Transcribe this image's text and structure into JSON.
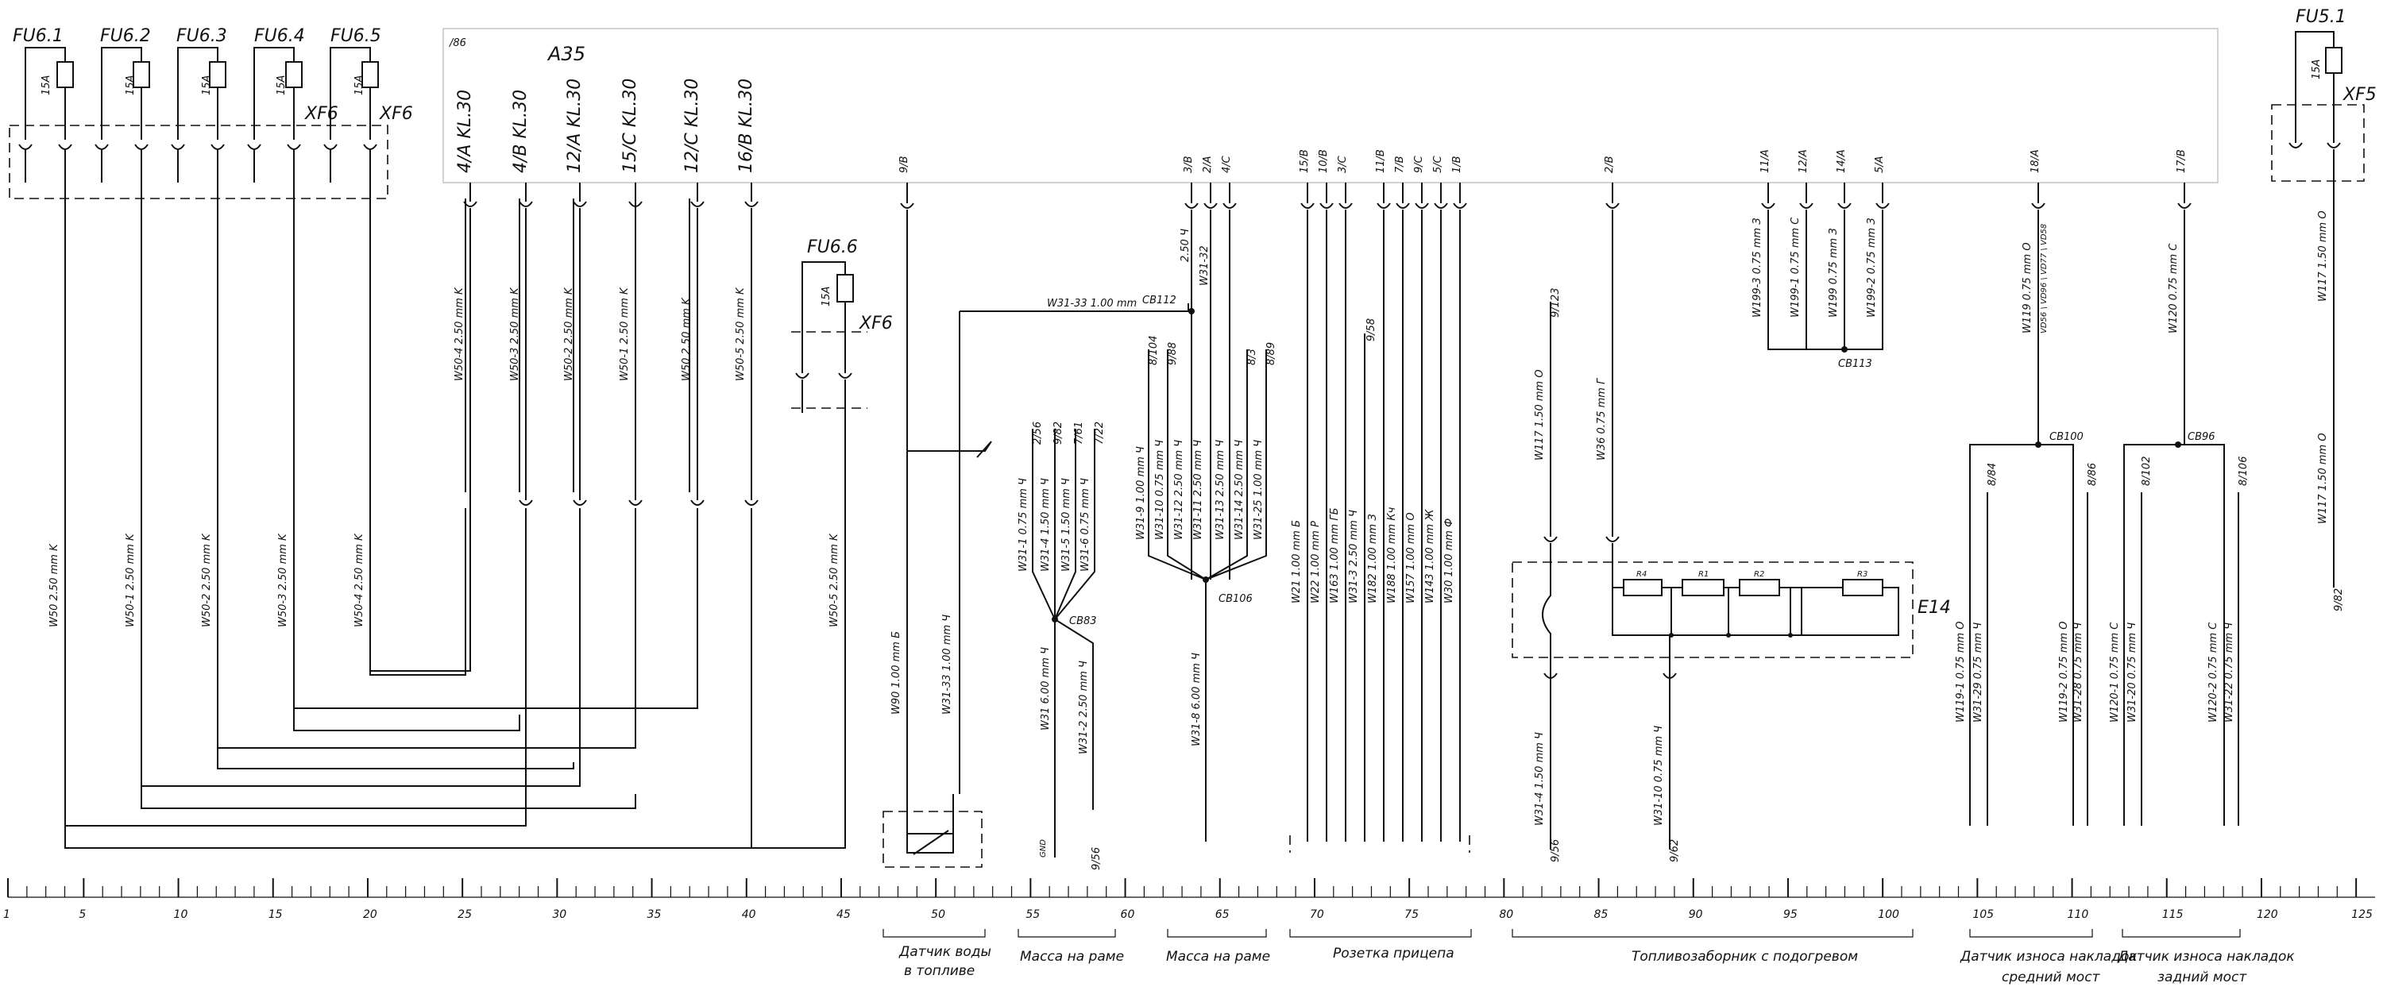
{
  "fuses_left": [
    {
      "label": "FU6.1",
      "rating": "15A"
    },
    {
      "label": "FU6.2",
      "rating": "15A"
    },
    {
      "label": "FU6.3",
      "rating": "15A"
    },
    {
      "label": "FU6.4",
      "rating": "15A"
    },
    {
      "label": "FU6.5",
      "rating": "15A"
    }
  ],
  "fuse_mid": {
    "label": "FU6.6",
    "rating": "15A",
    "block": "XF6"
  },
  "fuse_right": {
    "label": "FU5.1",
    "rating": "15A",
    "block": "XF5"
  },
  "fuse_block_labels": [
    "XF6",
    "XF6"
  ],
  "module": {
    "label": "A35",
    "ref": "/86"
  },
  "module_pins": [
    "4/A KL.30",
    "4/B KL.30",
    "12/A KL.30",
    "15/C KL.30",
    "12/C KL.30",
    "16/B KL.30",
    "9/B",
    "3/B",
    "2/A",
    "4/C",
    "15/B",
    "10/B",
    "3/C",
    "11/B",
    "7/B",
    "9/C",
    "5/C",
    "1/B",
    "2/B",
    "11/A",
    "12/A",
    "14/A",
    "5/A",
    "18/A",
    "17/B"
  ],
  "wires_vertical": [
    "W50-4  2.50 mm K",
    "W50-3  2.50 mm K",
    "W50-2  2.50 mm K",
    "W50-1  2.50 mm K",
    "W50  2.50 mm K",
    "W50-5  2.50 mm K"
  ],
  "wires_lower": [
    "W50  2.50 mm K",
    "W50-1  2.50 mm K",
    "W50-2  2.50 mm K",
    "W50-3  2.50 mm K",
    "W50-4  2.50 mm K",
    "W50-5  2.50 mm K",
    "W90  1.00 mm  Б",
    "W31-33  1.00 mm  Ч"
  ],
  "wire_cb112": "W31-33   1.00 mm",
  "wire_250": "2.50 Ч",
  "wire_w3132": "W31-32",
  "splices": [
    "CB112",
    "CB113",
    "CB83",
    "CB106",
    "CB100",
    "CB96"
  ],
  "cb83_wires": [
    "W31-1  0.75 mm Ч",
    "W31-4  1.50 mm  Ч",
    "W31-5  1.50 mm  Ч",
    "W31-6  0.75 mm  Ч"
  ],
  "cb83_refs": [
    "2/56",
    "9/82",
    "7/61",
    "7/22"
  ],
  "cb83_lower": [
    "W31  6.00 mm Ч",
    "W31-2  2.50 mm Ч"
  ],
  "cb106_wires": [
    "W31-9  1.00 mm  Ч",
    "W31-10  0.75 mm  Ч",
    "W31-12  2.50 mm  Ч",
    "W31-11  2.50 mm  Ч",
    "W31-13  2.50 mm  Ч",
    "W31-14  2.50 mm  Ч",
    "W31-25  1.00 mm  Ч"
  ],
  "cb106_refs": [
    "8/104",
    "9/88",
    "8/3",
    "8/89"
  ],
  "cb106_lower": "W31-8  6.00 mm Ч",
  "trailer_wires": [
    "W21  1.00 mm  Б",
    "W22  1.00 mm  Р",
    "W163  1.00 mm  ГБ",
    "W31-3  2.50 mm  Ч",
    "W182  1.00 mm  З",
    "W188  1.00 mm  Кч",
    "W157  1.00 mm  О",
    "W143  1.00 mm  Ж",
    "W30  1.00 mm  Ф"
  ],
  "trailer_gnd_ref": "9/58",
  "w199": [
    "W199-3  0.75 mm  З",
    "W199-1  0.75 mm  С",
    "W199  0.75 mm  З",
    "W199-2  0.75 mm  З"
  ],
  "w117": "W117  1.50 mm  О",
  "w117_ref": "9/123",
  "w36": "W36  0.75 mm  Г",
  "heater_resistors": [
    "R4",
    "R1",
    "R2",
    "R3"
  ],
  "heater_label": "E14",
  "heater_lower": [
    "W31-4  1.50 mm  Ч",
    "W31-10  0.75 mm  Ч"
  ],
  "heater_refs": [
    "9/56",
    "9/62"
  ],
  "w119": "W119  0.75 mm  О",
  "w119_sub": "VD56 \\ VD96 \\ VD77 \\ VD58",
  "w120": "W120  0.75 mm  С",
  "cb100_refs": [
    "8/84",
    "8/86"
  ],
  "cb96_refs": [
    "8/102",
    "8/106"
  ],
  "sensor_mid": [
    "W119-1  0.75 mm  О",
    "W31-29  0.75 mm  Ч",
    "W119-2  0.75 mm  О",
    "W31-28  0.75 mm  Ч"
  ],
  "sensor_rear": [
    "W120-1  0.75 mm  С",
    "W31-20  0.75 mm  Ч",
    "W120-2  0.75 mm  С",
    "W31-22  0.75 mm  Ч"
  ],
  "w117_right": [
    "W117  1.50 mm  О",
    "W117  1.50 mm  О"
  ],
  "w117_right_ref": "9/82",
  "gnd": "GND",
  "ruler_ticks": [
    "1",
    "5",
    "10",
    "15",
    "20",
    "25",
    "30",
    "35",
    "40",
    "45",
    "50",
    "55",
    "60",
    "65",
    "70",
    "75",
    "80",
    "85",
    "90",
    "95",
    "100",
    "105",
    "110",
    "115",
    "120",
    "125"
  ],
  "captions": [
    {
      "lines": [
        "Датчик воды",
        "в топливе"
      ]
    },
    {
      "lines": [
        "Масса на раме"
      ]
    },
    {
      "lines": [
        "Масса на раме"
      ]
    },
    {
      "lines": [
        "Розетка прицепа"
      ]
    },
    {
      "lines": [
        "Топливозаборник с подогревом"
      ]
    },
    {
      "lines": [
        "Датчик износа накладок",
        "средний мост"
      ]
    },
    {
      "lines": [
        "Датчик износа накладок",
        "задний мост"
      ]
    }
  ]
}
